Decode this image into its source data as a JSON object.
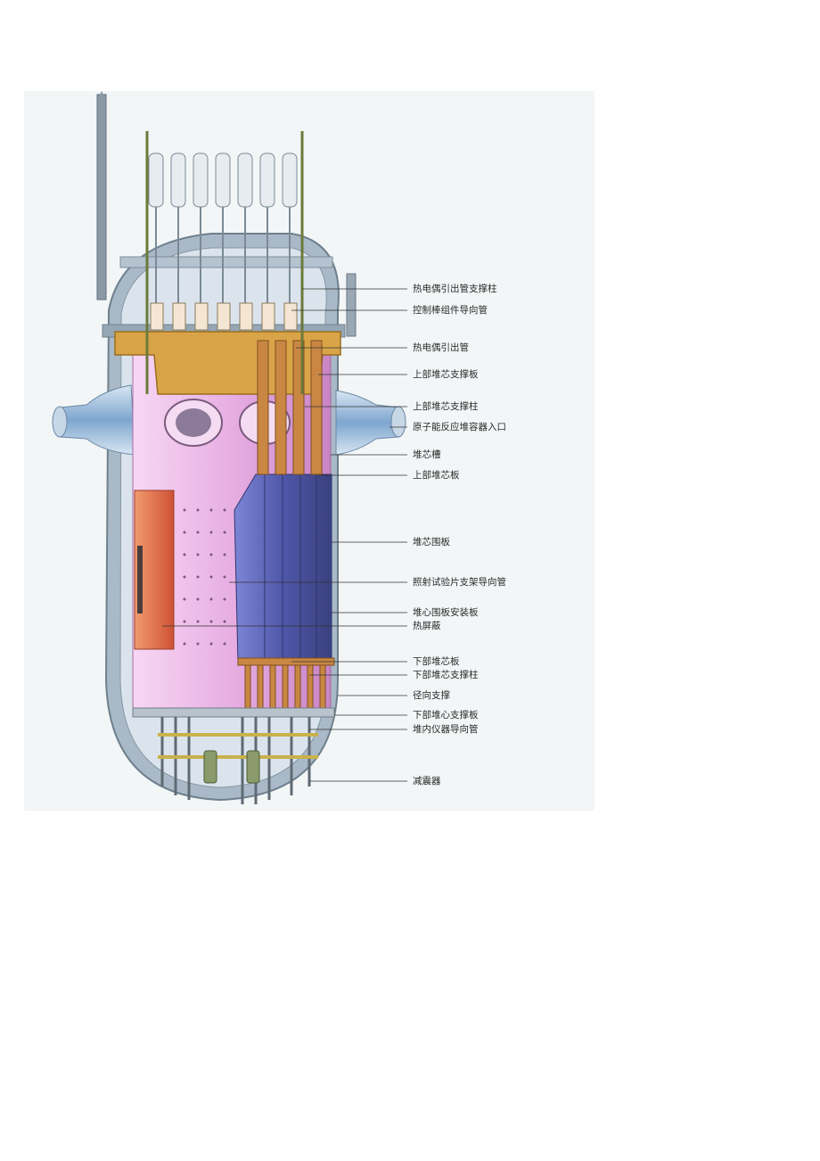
{
  "diagram": {
    "labels": {
      "thermocouple_column_support": "热电偶引出管支撑柱",
      "control_rod_guide_tube": "控制棒组件导向管",
      "thermocouple_outlet_tube": "热电偶引出管",
      "upper_core_support_plate": "上部堆芯支撑板",
      "upper_core_support_column": "上部堆芯支撑柱",
      "vessel_inlet": "原子能反应堆容器入口",
      "core_barrel": "堆芯槽",
      "upper_core_plate": "上部堆芯板",
      "core_baffle": "堆芯围板",
      "specimen_guide_tube": "照射试验片支架导向管",
      "baffle_former_plate": "堆心围板安装板",
      "thermal_shield": "热屏蔽",
      "lower_core_plate": "下部堆芯板",
      "lower_core_support_column": "下部堆芯支撑柱",
      "radial_support": "径向支撑",
      "lower_core_support_plate": "下部堆心支撑板",
      "incore_instrument_guide_tube": "堆内仪器导向管",
      "shock_absorber": "减震器"
    },
    "colors": {
      "background": "#f3f6f7",
      "vessel": "#a9b9c7",
      "vessel_inner": "#d6e0ea",
      "barrel": "#e7aee3",
      "core_blue": "#5b63b8",
      "orange_bars": "#d07a3a",
      "thermal_shield": "#e06c48",
      "leader_line": "#333333"
    }
  }
}
